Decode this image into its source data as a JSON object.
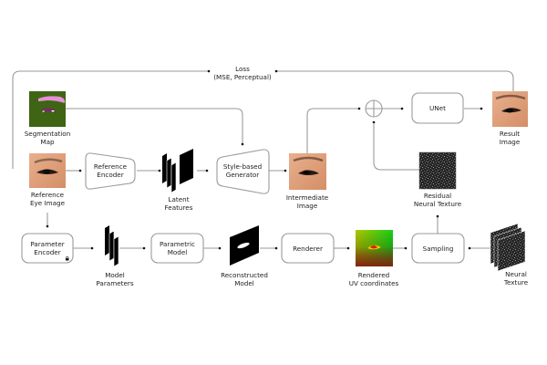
{
  "diagram": {
    "loss": {
      "line1": "Loss",
      "line2": "(MSE, Perceptual)"
    },
    "segmentation_map": {
      "line1": "Segmentation",
      "line2": "Map"
    },
    "reference_eye_image": {
      "line1": "Reference",
      "line2": "Eye Image"
    },
    "reference_encoder": {
      "line1": "Reference",
      "line2": "Encoder"
    },
    "latent_features": {
      "line1": "Latent",
      "line2": "Features"
    },
    "style_generator": {
      "line1": "Style-based",
      "line2": "Generator"
    },
    "intermediate_image": {
      "line1": "Intermediate",
      "line2": "Image"
    },
    "sum_node": {
      "symbol": "+"
    },
    "unet": {
      "label": "UNet"
    },
    "result_image": {
      "line1": "Result",
      "line2": "Image"
    },
    "residual_texture": {
      "line1": "Residual",
      "line2": "Neural Texture"
    },
    "parameter_encoder": {
      "line1": "Parameter",
      "line2": "Encoder"
    },
    "model_parameters": {
      "line1": "Model",
      "line2": "Parameters"
    },
    "parametric_model": {
      "line1": "Parametric",
      "line2": "Model"
    },
    "reconstructed_model": {
      "line1": "Reconstructed",
      "line2": "Model"
    },
    "renderer": {
      "label": "Renderer"
    },
    "rendered_uv": {
      "line1": "Rendered",
      "line2": "UV coordinates"
    },
    "sampling": {
      "label": "Sampling"
    },
    "neural_texture": {
      "line1": "Neural",
      "line2": "Texture"
    }
  },
  "colors": {
    "connector": "#9a9a9a",
    "seg_background": "#3e6414",
    "seg_brow": "#e58fd6",
    "skin": "#e0a07c",
    "uv_green": "#2ecc1a",
    "uv_red": "#c0281a"
  }
}
